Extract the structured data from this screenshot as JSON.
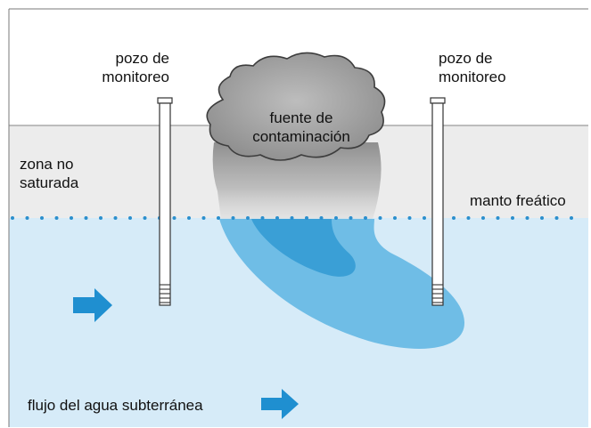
{
  "labels": {
    "well_left_line1": "pozo de",
    "well_left_line2": "monitoreo",
    "well_right_line1": "pozo de",
    "well_right_line2": "monitoreo",
    "source_line1": "fuente de",
    "source_line2": "contaminación",
    "unsaturated_line1": "zona no",
    "unsaturated_line2": "saturada",
    "water_table": "manto freático",
    "flow": "flujo del agua subterránea"
  },
  "icons": {
    "flow_arrow": "right-arrow-icon",
    "well": "monitoring-well-icon",
    "source": "cloud-icon"
  },
  "colors": {
    "sky": "#ffffff",
    "unsaturated_zone": "#ececec",
    "groundwater": "#d6ebf8",
    "plume_outer": "#6fbde6",
    "plume_inner": "#3a9fd6",
    "water_table_dots": "#2b8fcd",
    "arrow": "#1f8fd0",
    "source_cloud": "#9b9b9b"
  }
}
